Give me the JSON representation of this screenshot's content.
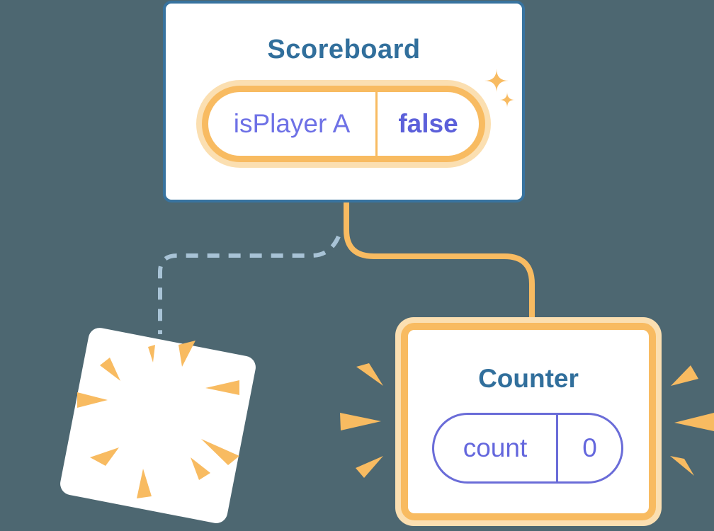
{
  "diagram": {
    "scoreboard": {
      "title": "Scoreboard",
      "state_pill": {
        "label": "isPlayer A",
        "value": "false"
      }
    },
    "counter": {
      "title": "Counter",
      "state_pill": {
        "label": "count",
        "value": "0"
      }
    }
  },
  "decorations": {
    "sparkles": "sparkle-icon",
    "burst": "burst-rays-icon",
    "emphasis_left": "emphasis-marks-icon",
    "emphasis_right": "emphasis-marks-icon",
    "solid_connector": "orange-connector-line",
    "dashed_connector": "dashed-connector-line"
  },
  "colors": {
    "background": "#4d6771",
    "card_border_blue": "#38739f",
    "title_blue": "#316f9c",
    "accent_orange": "#f8bb61",
    "orange_glow": "#fbdfb1",
    "state_purple": "#6467dd",
    "state_purple_bold": "#5c60da",
    "dashed_line_blue": "#a8c3d6",
    "card_white": "#ffffff"
  }
}
